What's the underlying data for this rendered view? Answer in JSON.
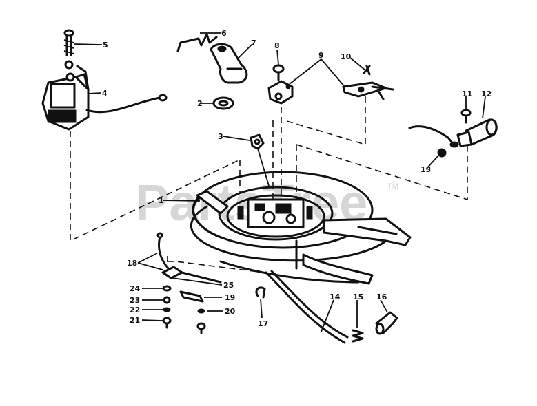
{
  "watermark": {
    "text": "PartsTree",
    "trademark": "TM"
  },
  "callouts": {
    "c1": "1",
    "c2": "2",
    "c3": "3",
    "c4": "4",
    "c5": "5",
    "c6": "6",
    "c7": "7",
    "c8": "8",
    "c9": "9",
    "c10": "10",
    "c11": "11",
    "c12": "12",
    "c13": "13",
    "c14": "14",
    "c15": "15",
    "c16": "16",
    "c17": "17",
    "c18": "18",
    "c19": "19",
    "c20": "20",
    "c21": "21",
    "c22": "22",
    "c23": "23",
    "c24": "24",
    "c25": "25"
  }
}
